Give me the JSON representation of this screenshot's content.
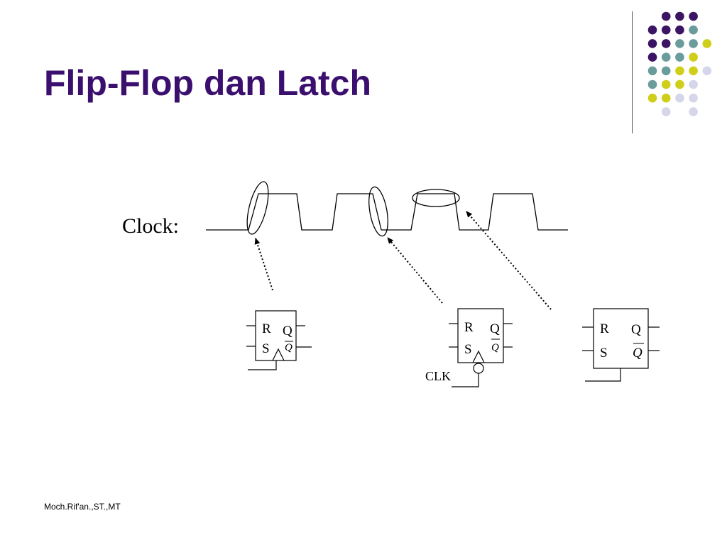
{
  "slide": {
    "title": "Flip-Flop dan Latch",
    "footer": "Moch.Rif'an.,ST.,MT"
  },
  "diagram": {
    "clock_label": "Clock:",
    "clk_label": "CLK",
    "ff_labels": {
      "r": "R",
      "s": "S",
      "q": "Q",
      "q_bar": "Q"
    }
  },
  "colors": {
    "title": "#3b0f6e",
    "dot_purple": "#3b1564",
    "dot_teal": "#6b9c9c",
    "dot_yellow": "#cfcf1a",
    "dot_lavender": "#d6d6ea"
  }
}
